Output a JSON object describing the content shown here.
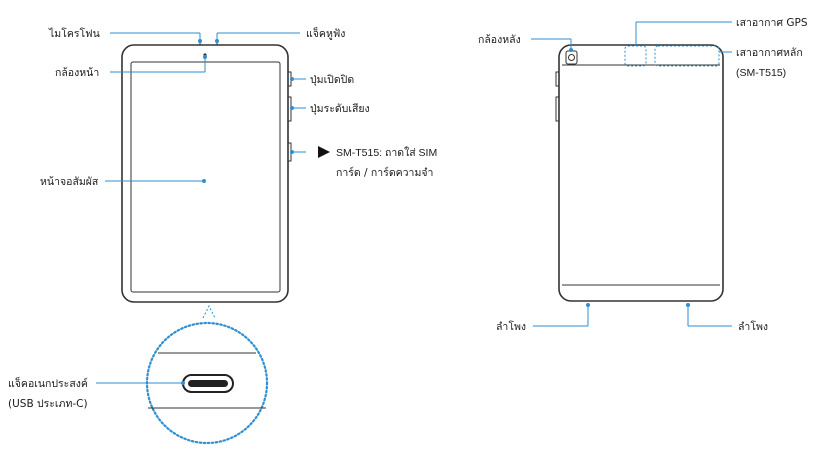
{
  "front": {
    "microphone": "ไมโครโฟน",
    "headset_jack": "แจ็คหูฟัง",
    "front_camera": "กล้องหน้า",
    "power_key": "ปุ่มเปิดปิด",
    "volume_key": "ปุ่มระดับเสียง",
    "sim_tray_line1": "SM-T515: ถาดใส่ SIM",
    "sim_tray_line2": "การ์ด / การ์ดความจำ",
    "touchscreen": "หน้าจอสัมผัส",
    "multipurpose_jack_line1": "แจ็คอเนกประสงค์",
    "multipurpose_jack_line2": "(USB ประเภท-C)"
  },
  "back": {
    "rear_camera": "กล้องหลัง",
    "gps_antenna": "เสาอากาศ GPS",
    "main_antenna_line1": "เสาอากาศหลัก",
    "main_antenna_line2": "(SM-T515)",
    "speaker_left": "ลำโพง",
    "speaker_right": "ลำโพง"
  },
  "colors": {
    "leader": "#2f8fd0",
    "outline": "#333333",
    "text": "#1a1a1a"
  }
}
